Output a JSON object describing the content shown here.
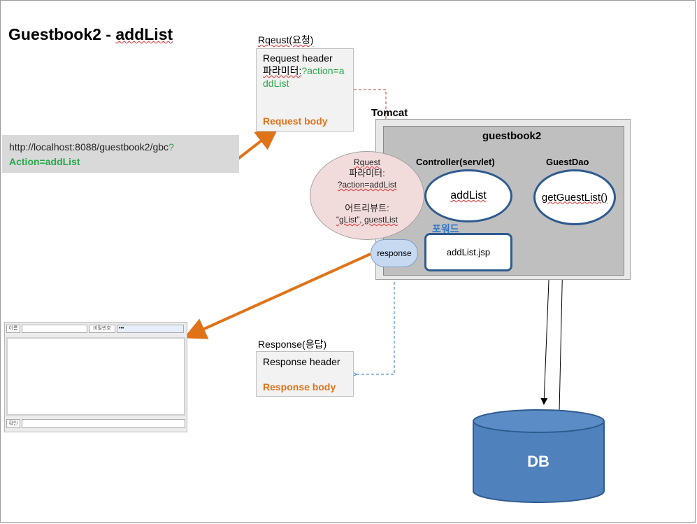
{
  "title": {
    "main": "Guestbook2 - ",
    "highlight": "addList"
  },
  "url": {
    "line1": "http://localhost:8088/guestbook2/gbc",
    "q": "?",
    "line2": "Action=addList"
  },
  "request": {
    "label": "Rqeust(요청)",
    "header": "Request header",
    "param_label": "파라미터:",
    "param_value": "?action=addList",
    "body": "Request body"
  },
  "tomcat": {
    "label": "Tomcat"
  },
  "app": {
    "label": "guestbook2"
  },
  "controller": {
    "label": "Controller(servlet)",
    "method": "addList"
  },
  "dao": {
    "label": "GuestDao",
    "method": "getGuestList()"
  },
  "forward": {
    "label": "포워드",
    "target": "addList.jsp"
  },
  "request_scope": {
    "title": "Rquest",
    "param_label": "파라미터:",
    "param_value": "?action=addList",
    "attr_label": "어트리뷰트:",
    "attr_value": "“gList”, guestList"
  },
  "response_pill": "response",
  "response": {
    "label": "Response(응답)",
    "header": "Response header",
    "body": "Response body"
  },
  "form": {
    "name_label": "이름",
    "password_label": "비밀번호",
    "password_value": "•••",
    "submit_label": "확인"
  },
  "db": {
    "label": "DB"
  },
  "colors": {
    "orange": "#e07318",
    "green": "#2aa84a",
    "blue": "#2e5b8f",
    "db_blue": "#4f81bd",
    "red": "#e02020"
  }
}
